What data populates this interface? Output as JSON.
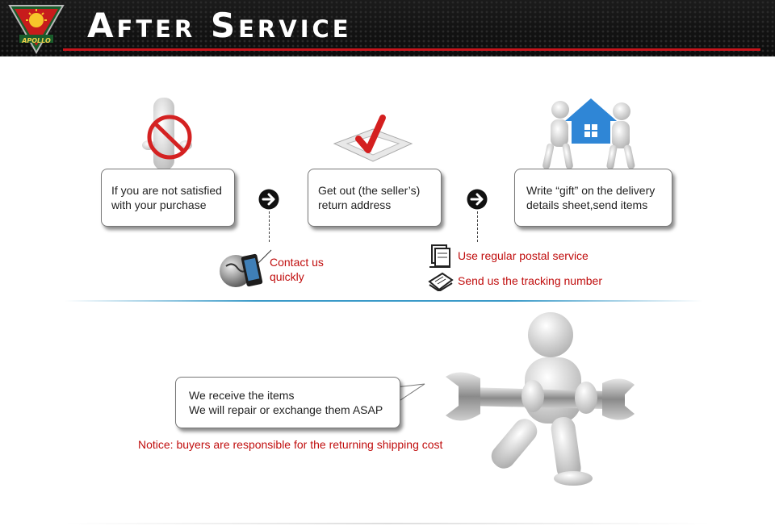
{
  "header": {
    "title": "After Service",
    "logo_text": "APOLLO"
  },
  "steps": [
    {
      "line1": "If you are not satisfied",
      "line2": "with your purchase"
    },
    {
      "line1": "Get out (the seller’s)",
      "line2": "return address"
    },
    {
      "line1": "Write “gift” on the delivery",
      "line2": "details sheet,send items"
    }
  ],
  "contact": {
    "line1": "Contact us",
    "line2": "quickly"
  },
  "postal": {
    "regular": "Use regular postal service",
    "tracking": "Send us the tracking number"
  },
  "repair": {
    "line1": "We receive the items",
    "line2": "We will repair or exchange them ASAP"
  },
  "notice": "Notice: buyers are responsible for the returning shipping cost",
  "colors": {
    "header_bg": "#111111",
    "accent_red": "#c8141b",
    "text_red": "#c00d0d",
    "house_blue": "#2f86d6"
  }
}
